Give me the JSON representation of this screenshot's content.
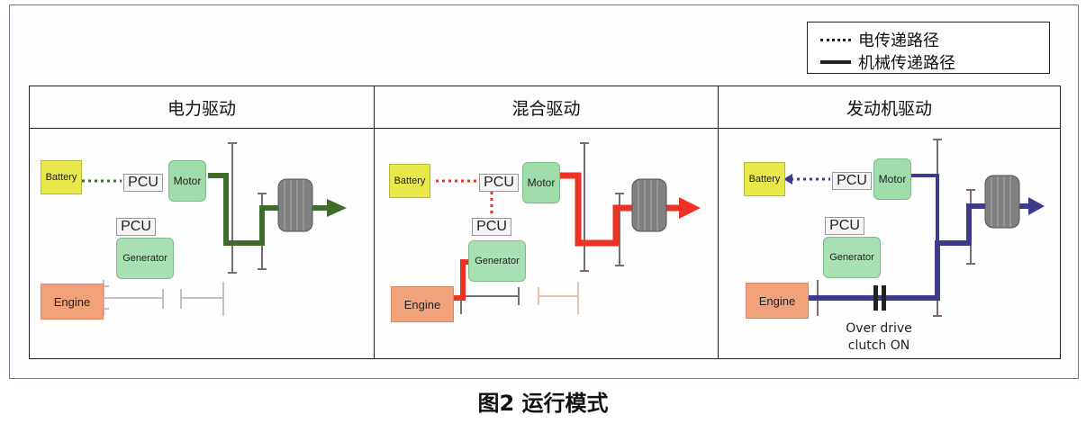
{
  "legend": {
    "electric": "电传递路径",
    "mechanical": "机械传递路径"
  },
  "panels": [
    {
      "title": "电力驱动",
      "path_color": "#3f6b2b"
    },
    {
      "title": "混合驱动",
      "path_color": "#ee3324"
    },
    {
      "title": "发动机驱动",
      "path_color": "#3c3c8a"
    }
  ],
  "labels": {
    "battery": "Battery",
    "pcu": "PCU",
    "motor": "Motor",
    "generator": "Generator",
    "engine": "Engine",
    "overdrive_line1": "Over drive",
    "overdrive_line2": "clutch ON"
  },
  "caption": "图2 运行模式"
}
